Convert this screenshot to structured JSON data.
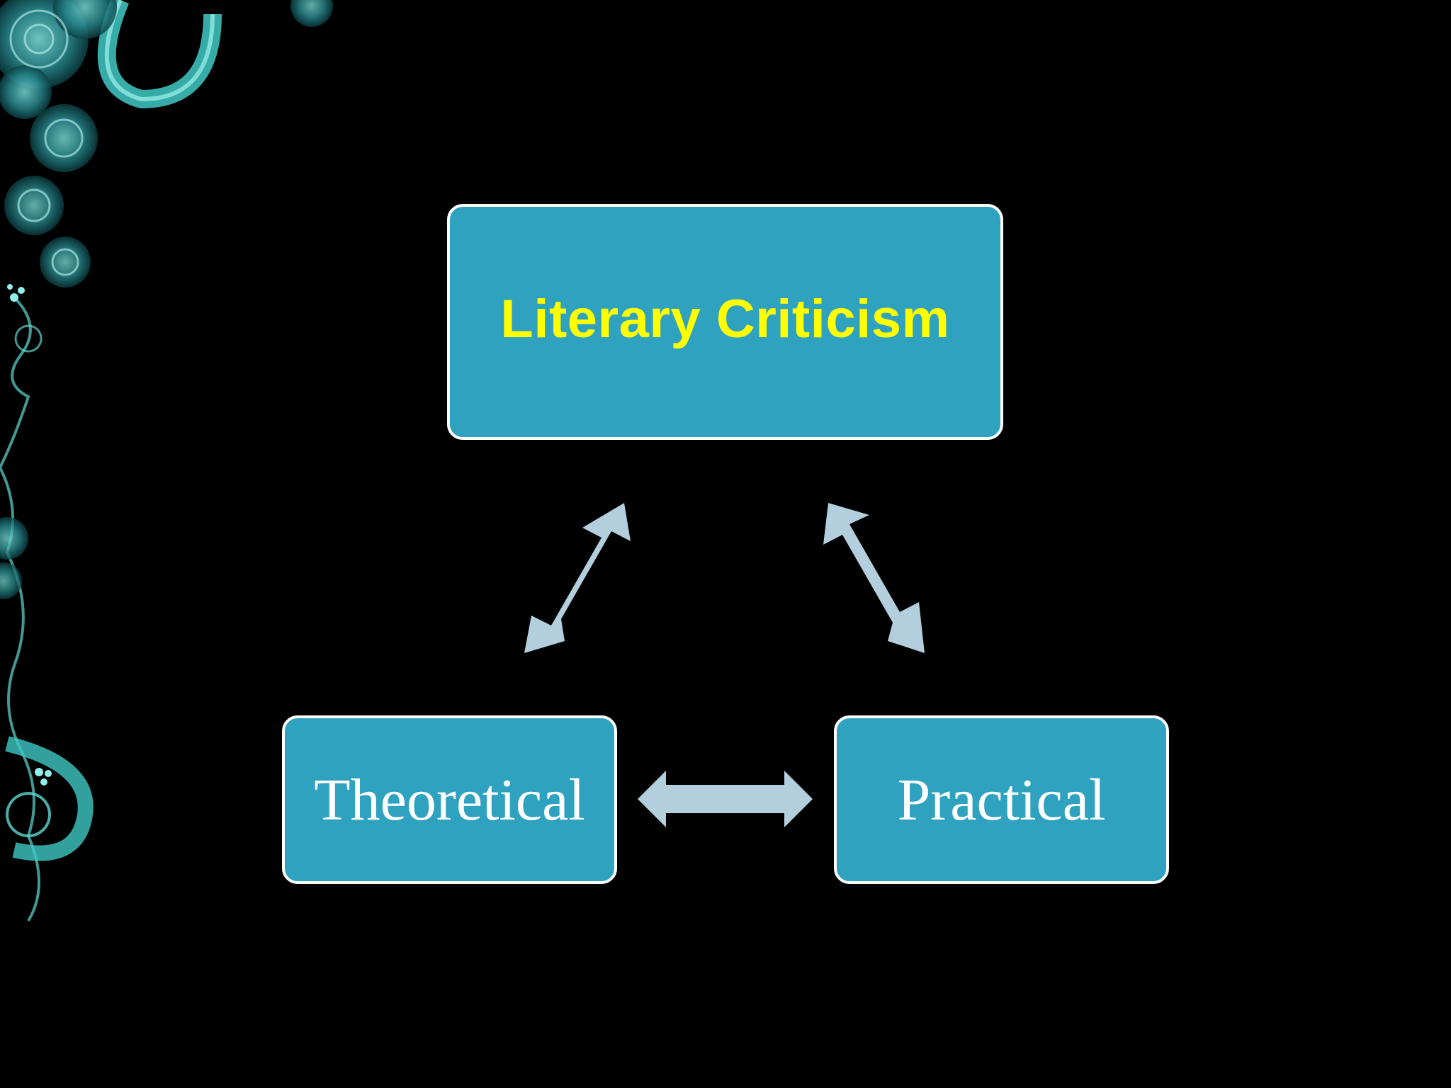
{
  "slide": {
    "background_color": "#000000",
    "decoration": "teal-rose-vine-ornament"
  },
  "diagram": {
    "top_node": {
      "label": "Literary Criticism",
      "text_color": "#ffff00"
    },
    "left_node": {
      "label": "Theoretical",
      "text_color": "#ffffff"
    },
    "right_node": {
      "label": "Practical",
      "text_color": "#ffffff"
    },
    "node_fill_color": "#2fa2c0",
    "node_border_color": "#ffffff",
    "arrow_color": "#b3cfde",
    "connections": [
      {
        "from": "Literary Criticism",
        "to": "Theoretical",
        "type": "bidirectional"
      },
      {
        "from": "Literary Criticism",
        "to": "Practical",
        "type": "bidirectional"
      },
      {
        "from": "Theoretical",
        "to": "Practical",
        "type": "bidirectional"
      }
    ]
  }
}
